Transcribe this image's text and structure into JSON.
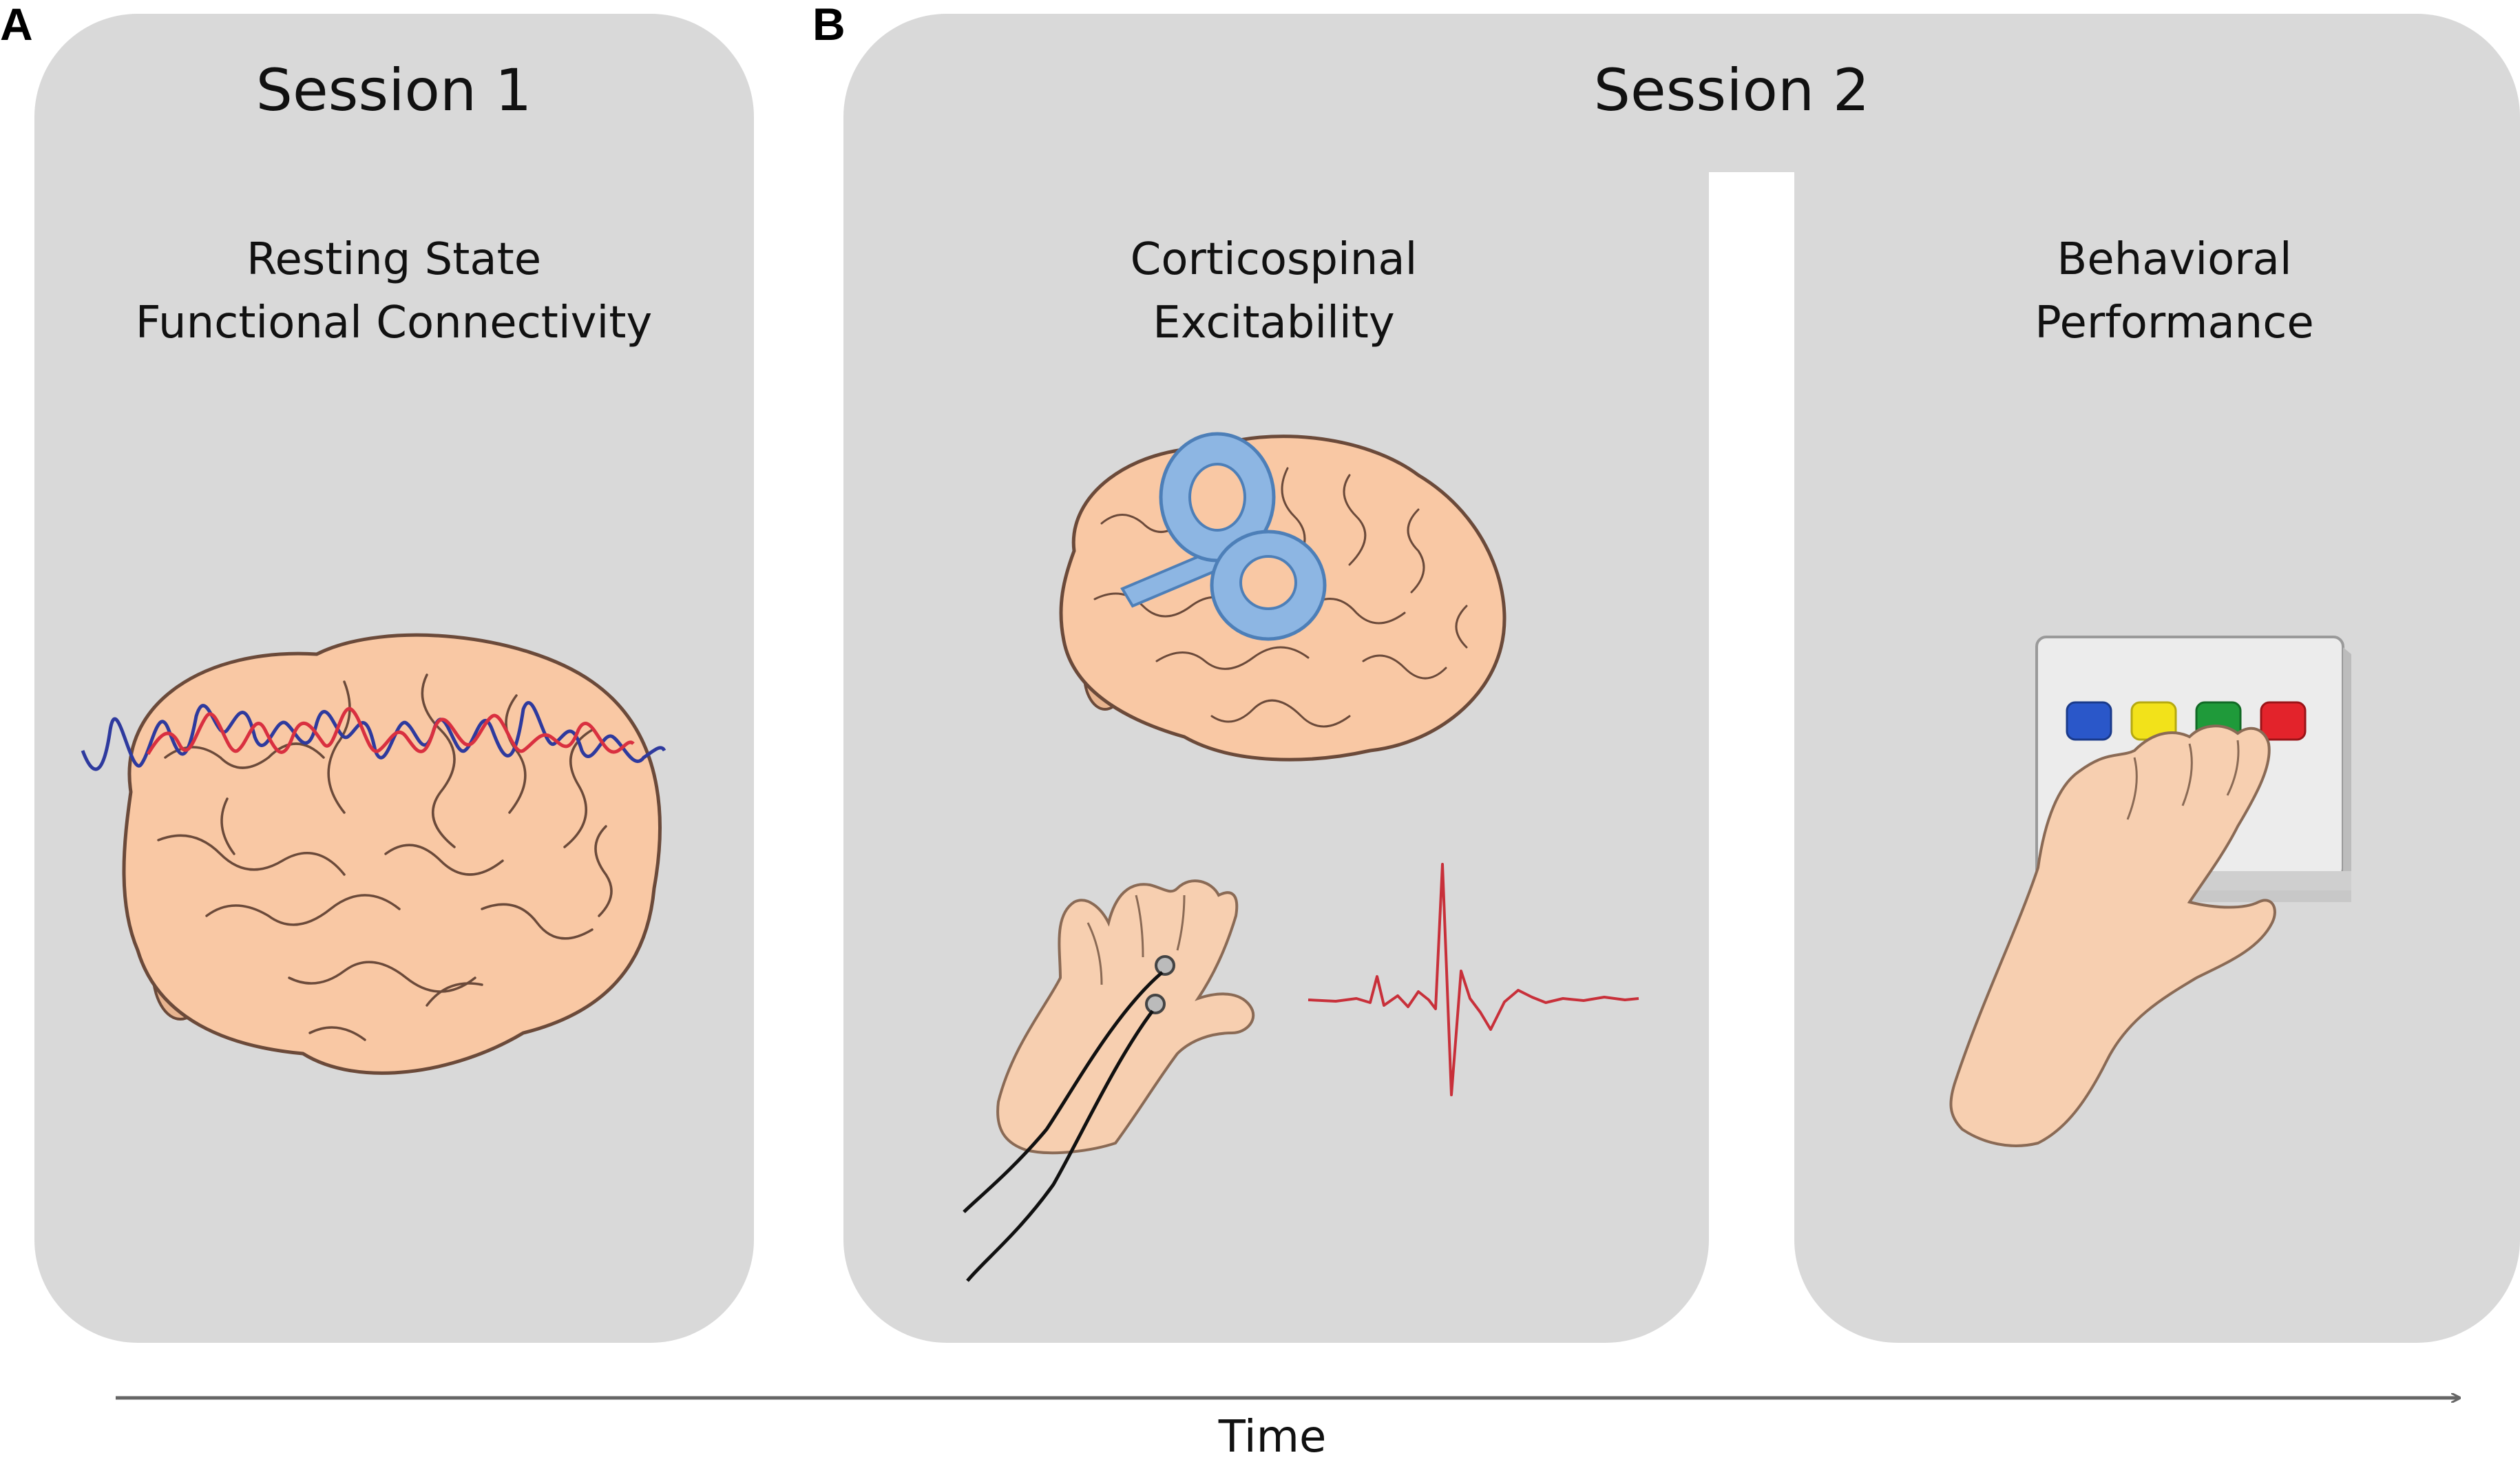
{
  "panels": {
    "a": {
      "letter": "A",
      "session": "Session 1",
      "measure_line1": "Resting State",
      "measure_line2": "Functional Connectivity"
    },
    "b": {
      "letter": "B",
      "session": "Session 2",
      "left_line1": "Corticospinal",
      "left_line2": "Excitability",
      "right_line1": "Behavioral",
      "right_line2": "Performance"
    }
  },
  "timeline": {
    "label": "Time"
  },
  "colors": {
    "panel_bg": "#d9d9d9",
    "brain": "#f9c8a4",
    "brain_outline": "#6b4a3a",
    "coil": "#8db6e3",
    "signal_red": "#d93040",
    "signal_blue": "#2e3a9e",
    "mep_trace": "#c8303a",
    "skin": "#f7cfb0",
    "button_blue": "#2a57c9",
    "button_yellow": "#f2e21a",
    "button_green": "#1f9a3a",
    "button_red": "#e3232b"
  }
}
